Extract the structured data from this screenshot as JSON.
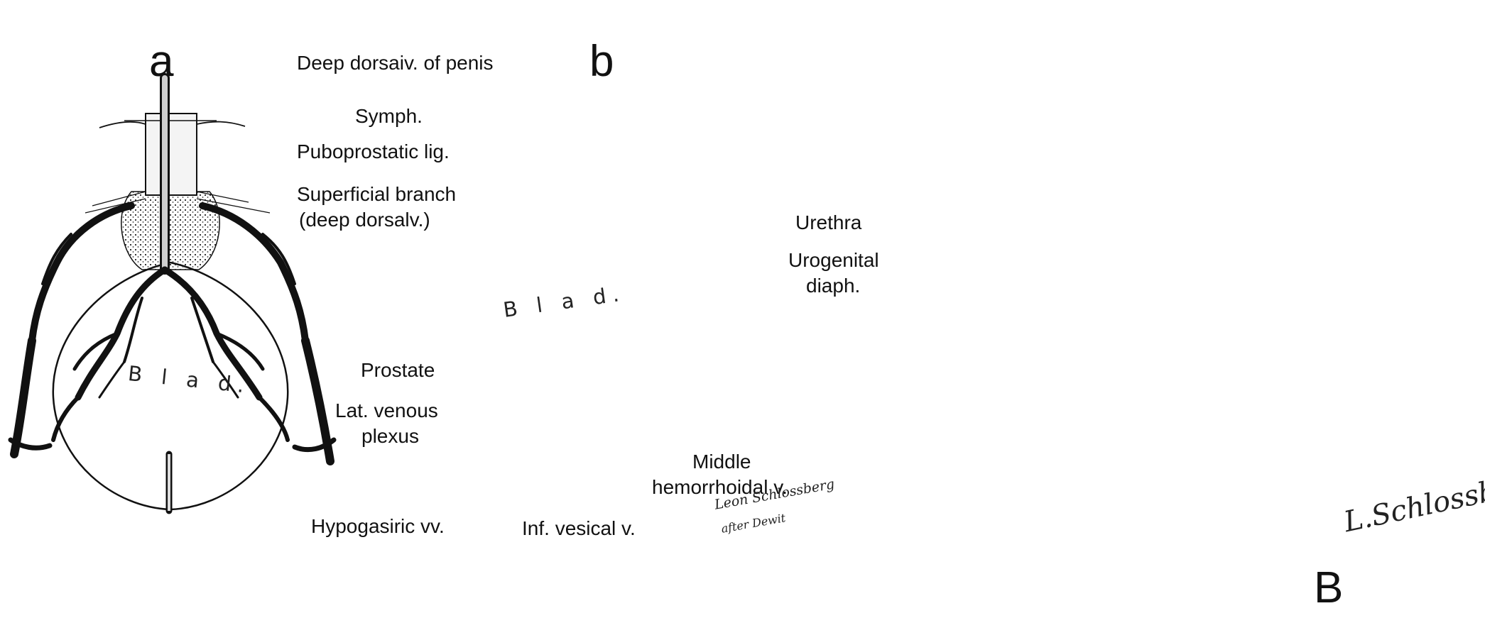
{
  "panels": {
    "a": {
      "letter": "a",
      "organ_label": "B l a d."
    },
    "b": {
      "letter": "b",
      "organ_label": "B l a d."
    },
    "B": {
      "letter": "B"
    }
  },
  "labels": {
    "deep_dorsal_vein": "Deep dorsaiv. of penis",
    "symphysis": "Symph.",
    "puboprostatic": "Puboprostatic lig.",
    "superficial_branch_1": "Superficial branch",
    "superficial_branch_2": "(deep dorsalv.)",
    "prostate": "Prostate",
    "lat_venous_1": "Lat. venous",
    "lat_venous_2": "plexus",
    "hypogastric": "Hypogasiric vv.",
    "urethra": "Urethra",
    "urogenital_1": "Urogenital",
    "urogenital_2": "diaph.",
    "middle_hemorrhoidal_1": "Middle",
    "middle_hemorrhoidal_2": "hemorrhoidal v.",
    "inf_vesical": "Inf. vesical v."
  },
  "signatures": {
    "b_line1": "Leon Schlossberg",
    "b_line2": "after Dewit",
    "B": "L.Schlossberg"
  },
  "colors": {
    "ink": "#111111",
    "paper": "#ffffff",
    "fill": "#f2f2f2"
  }
}
